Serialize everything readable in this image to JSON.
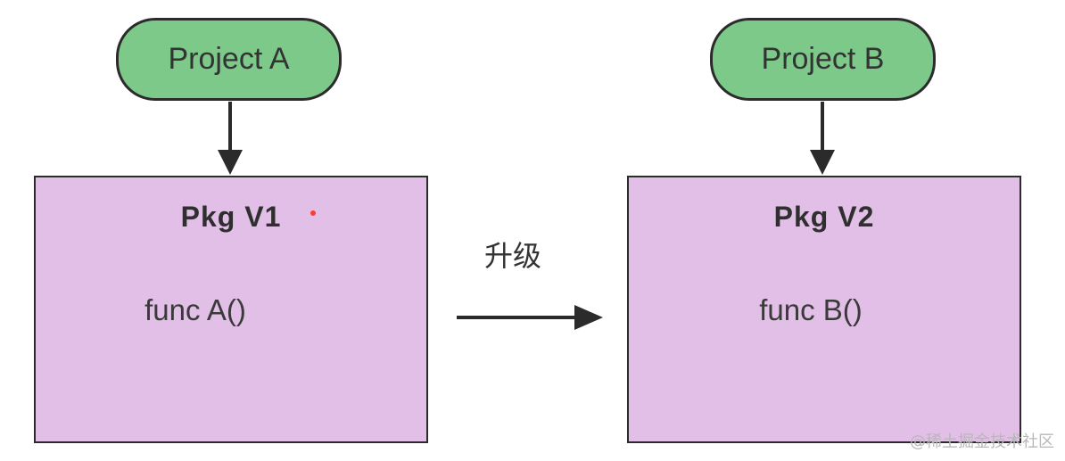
{
  "diagram": {
    "project_a": {
      "label": "Project A"
    },
    "project_b": {
      "label": "Project B"
    },
    "pkg_v1": {
      "title": "Pkg V1",
      "func": "func A()"
    },
    "pkg_v2": {
      "title": "Pkg V2",
      "func": "func B()"
    },
    "upgrade": {
      "label": "升级"
    },
    "watermark": "@稀土掘金技术社区"
  },
  "colors": {
    "pill_fill": "#7dc98a",
    "box_fill": "#e1bfe6",
    "stroke": "#2b2b2b",
    "dot": "#ff3b30"
  }
}
